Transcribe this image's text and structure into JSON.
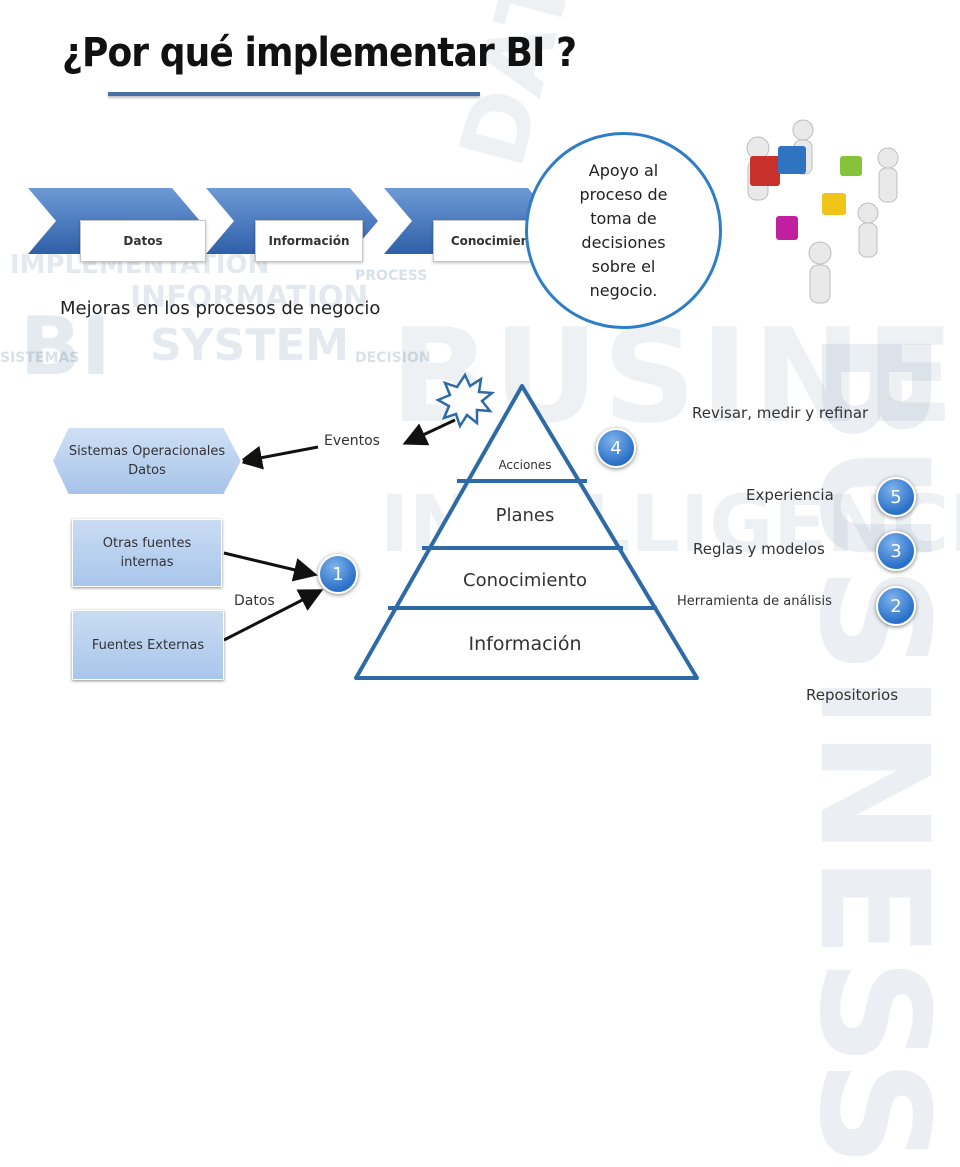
{
  "title": "¿Por qué implementar BI ?",
  "background_words": [
    "BUSINESS",
    "INTELLIGENCE",
    "IMPLEMENTATION",
    "INFORMATION",
    "SYSTEM",
    "BI",
    "DATA",
    "PROCESS",
    "DECISION",
    "SISTEMAS"
  ],
  "process_steps": [
    "Datos",
    "Información",
    "Conocimiento"
  ],
  "circle_text": "Apoyo al proceso de toma de decisiones sobre el negocio.",
  "subtitle": "Mejoras en los procesos de negocio",
  "sources": {
    "operational": "Sistemas Operacionales Datos",
    "internal": "Otras fuentes internas",
    "external": "Fuentes Externas"
  },
  "arrow_labels": {
    "events": "Eventos",
    "data": "Datos"
  },
  "pyramid_levels": [
    "Acciones",
    "Planes",
    "Conocimiento",
    "Información"
  ],
  "badges": {
    "data": "1",
    "actions": "4",
    "experience": "5",
    "rules": "3",
    "tool": "2"
  },
  "right_labels": {
    "review": "Revisar, medir y refinar",
    "experience": "Experiencia",
    "rules": "Reglas y modelos",
    "tool": "Herramienta de análisis",
    "repos": "Repositorios"
  },
  "colors": {
    "accent": "#2e7ec7",
    "pyramid_stroke": "#2d6aa6",
    "box_fill": "#b8d0ef",
    "chevron": "#3a6fb8",
    "title_rule": "#4a6fa5"
  }
}
